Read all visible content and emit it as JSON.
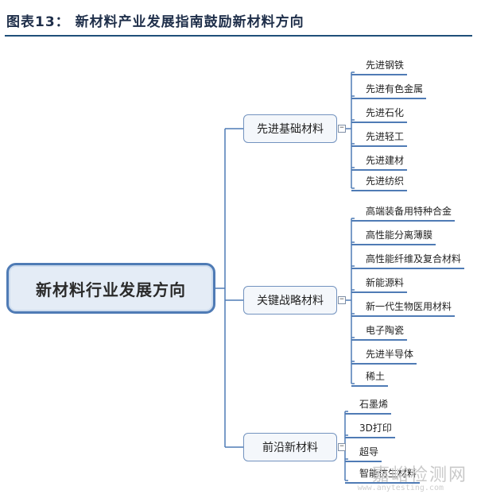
{
  "header": {
    "title": "图表13：  新材料产业发展指南鼓励新材料方向"
  },
  "root": {
    "label": "新材料行业发展方向"
  },
  "categories": [
    {
      "label": "先进基础材料",
      "items": [
        "先进钢铁",
        "先进有色金属",
        "先进石化",
        "先进轻工",
        "先进建材",
        "先进纺织"
      ]
    },
    {
      "label": "关键战略材料",
      "items": [
        "高端装备用特种合金",
        "高性能分离薄膜",
        "高性能纤维及复合材料",
        "新能源料",
        "新一代生物医用材料",
        "电子陶瓷",
        "先进半导体",
        "稀土"
      ]
    },
    {
      "label": "前沿新材料",
      "items": [
        "石墨烯",
        "3D打印",
        "超导",
        "智能仿生材料"
      ]
    }
  ],
  "toggle_symbol": "−",
  "watermark": {
    "text": "嘉峪检测网",
    "subtext": "www.anytesting.com"
  },
  "colors": {
    "line": "#4f7bb5",
    "header_rule": "#1f4e79",
    "root_fill": "#e4ecf6"
  }
}
